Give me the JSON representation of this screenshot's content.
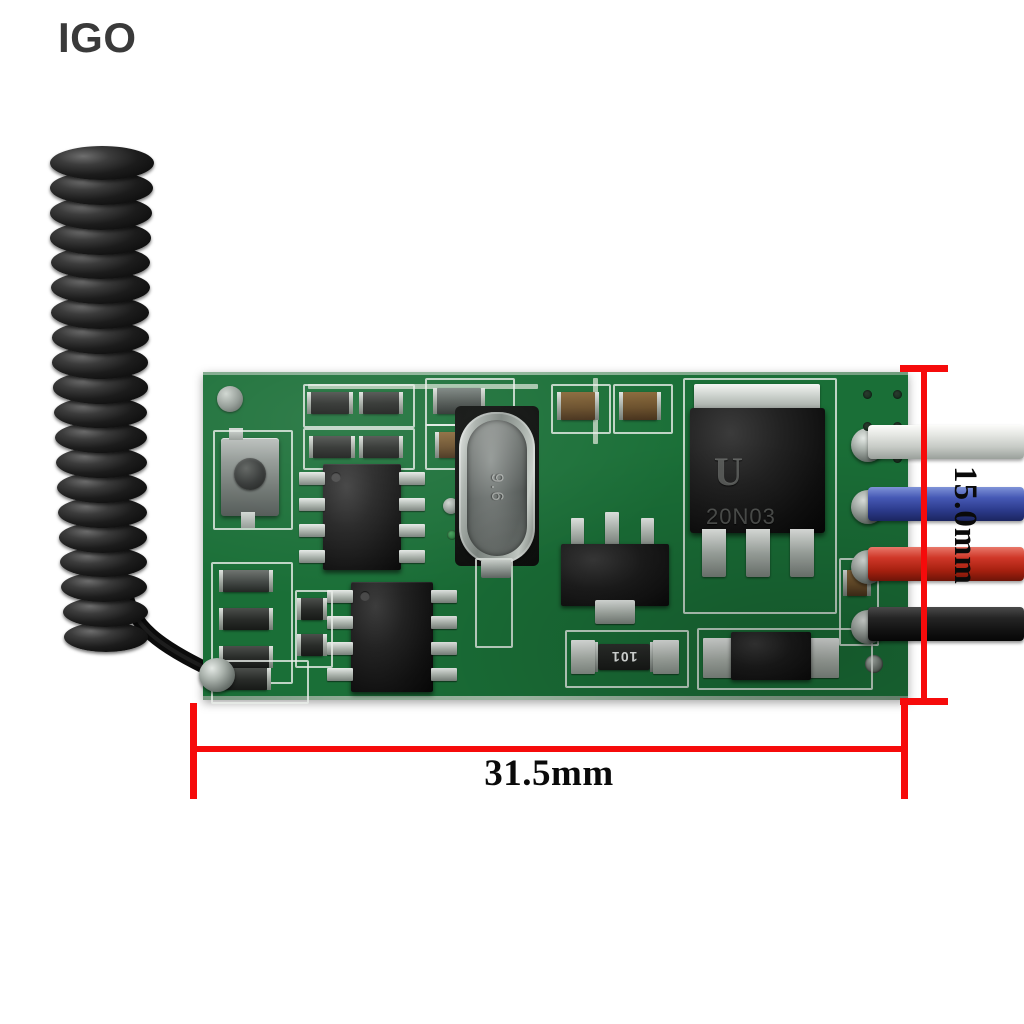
{
  "watermark": {
    "text": "IGO"
  },
  "product": {
    "name": "rf-receiver-module-pcb",
    "description": "Miniature RF remote control receiver module with spring antenna and four output wires"
  },
  "dimensions": {
    "width_label": "31.5mm",
    "height_label": "15.0mm",
    "line_color": "#f60b0b",
    "text_color": "#0a0a0a"
  },
  "board": {
    "color": "#1a6f37",
    "silkscreen_color": "#e8eee8"
  },
  "components": {
    "mosfet": {
      "logo": "U",
      "part_number": "20N03",
      "package": "TO-252"
    },
    "resistor_marking": "101",
    "crystal": {
      "marking": "9.6",
      "package": "metal-can"
    },
    "ic_count": 2,
    "button": "tactile-switch"
  },
  "wires": [
    {
      "name": "wire-white",
      "color": "#e8eae6",
      "label": "white"
    },
    {
      "name": "wire-blue",
      "color": "#2c3b8c",
      "label": "blue"
    },
    {
      "name": "wire-red",
      "color": "#cf3728",
      "label": "red"
    },
    {
      "name": "wire-black",
      "color": "#141414",
      "label": "black"
    }
  ],
  "antenna": {
    "name": "spring-antenna",
    "color": "#0a0a0a",
    "turns": 20
  }
}
